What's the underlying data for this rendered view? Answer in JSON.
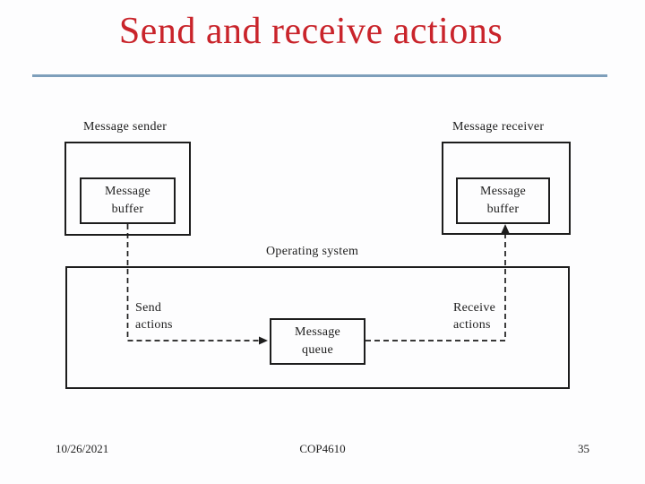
{
  "slide": {
    "title": "Send and receive actions",
    "title_color": "#c9242b",
    "accent_rule_color": "#7e9fbb",
    "line_color": "#1d1d1d"
  },
  "diagram": {
    "sender": {
      "label": "Message sender",
      "buffer_label": "Message buffer"
    },
    "receiver": {
      "label": "Message receiver",
      "buffer_label": "Message buffer"
    },
    "os": {
      "label": "Operating system",
      "queue_label": "Message queue",
      "send_label": "Send actions",
      "receive_label": "Receive actions"
    }
  },
  "footer": {
    "date": "10/26/2021",
    "course": "COP4610",
    "page_number": "35"
  }
}
